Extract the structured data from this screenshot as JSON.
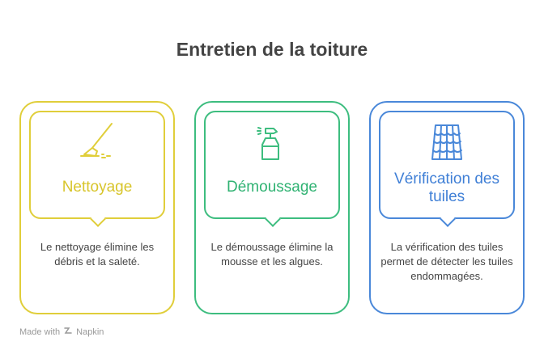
{
  "title": "Entretien de la toiture",
  "cards": [
    {
      "title": "Nettoyage",
      "description": "Le nettoyage élimine les débris et la saleté.",
      "icon": "broom-icon",
      "color": "#E0CE3A"
    },
    {
      "title": "Démoussage",
      "description": "Le démoussage élimine la mousse et les algues.",
      "icon": "spray-bottle-icon",
      "color": "#3DBD7F"
    },
    {
      "title": "Vérification des tuiles",
      "description": "La vérification des tuiles permet de détecter les tuiles endommagées.",
      "icon": "roof-tiles-icon",
      "color": "#4A88D9"
    }
  ],
  "footer": {
    "made_with": "Made with",
    "brand": "Napkin"
  }
}
